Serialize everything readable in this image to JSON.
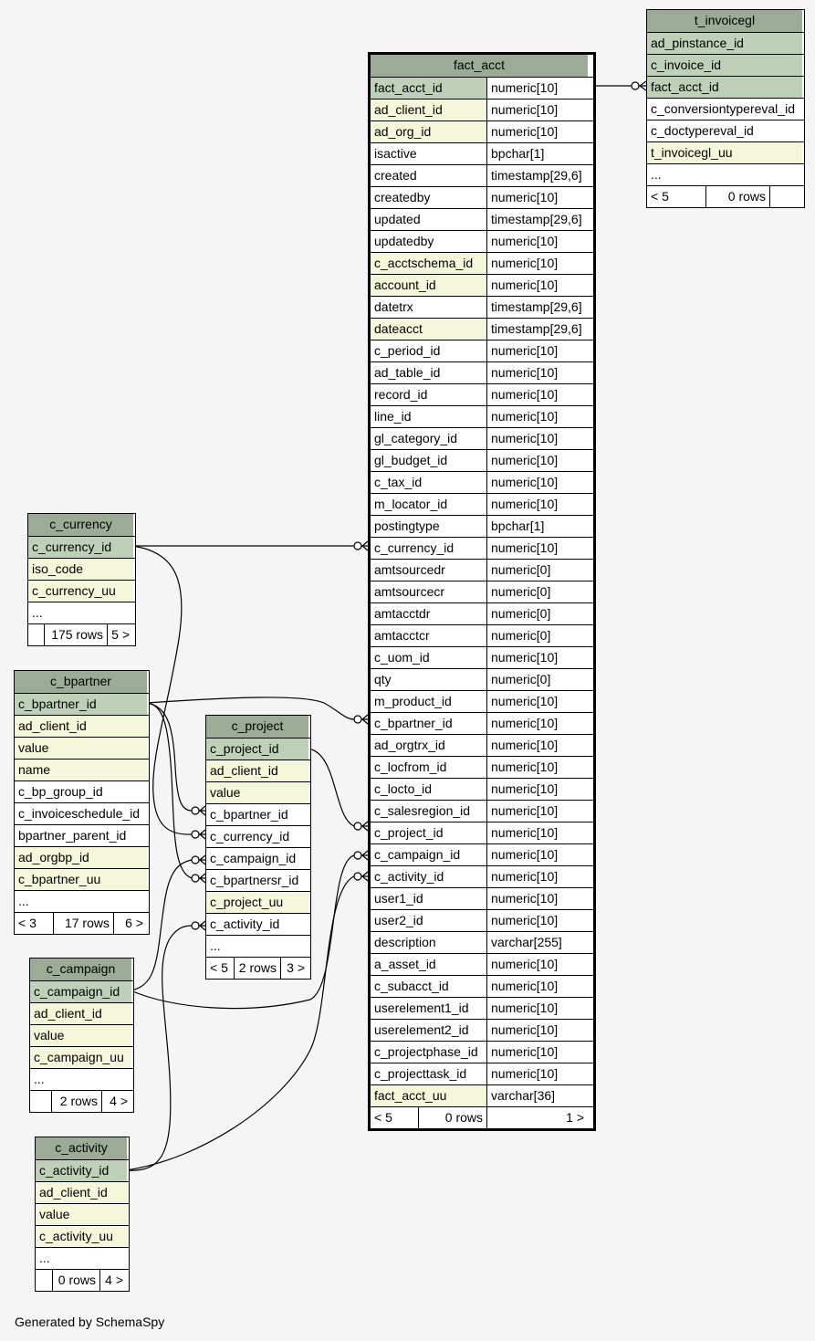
{
  "footer_text": "Generated by SchemaSpy",
  "fact_acct": {
    "name": "fact_acct",
    "columns": [
      {
        "name": "fact_acct_id",
        "type": "numeric[10]",
        "kind": "pk"
      },
      {
        "name": "ad_client_id",
        "type": "numeric[10]",
        "kind": "fk"
      },
      {
        "name": "ad_org_id",
        "type": "numeric[10]",
        "kind": "fk"
      },
      {
        "name": "isactive",
        "type": "bpchar[1]",
        "kind": "plain"
      },
      {
        "name": "created",
        "type": "timestamp[29,6]",
        "kind": "plain"
      },
      {
        "name": "createdby",
        "type": "numeric[10]",
        "kind": "plain"
      },
      {
        "name": "updated",
        "type": "timestamp[29,6]",
        "kind": "plain"
      },
      {
        "name": "updatedby",
        "type": "numeric[10]",
        "kind": "plain"
      },
      {
        "name": "c_acctschema_id",
        "type": "numeric[10]",
        "kind": "fk"
      },
      {
        "name": "account_id",
        "type": "numeric[10]",
        "kind": "fk"
      },
      {
        "name": "datetrx",
        "type": "timestamp[29,6]",
        "kind": "plain"
      },
      {
        "name": "dateacct",
        "type": "timestamp[29,6]",
        "kind": "fk"
      },
      {
        "name": "c_period_id",
        "type": "numeric[10]",
        "kind": "plain"
      },
      {
        "name": "ad_table_id",
        "type": "numeric[10]",
        "kind": "plain"
      },
      {
        "name": "record_id",
        "type": "numeric[10]",
        "kind": "plain"
      },
      {
        "name": "line_id",
        "type": "numeric[10]",
        "kind": "plain"
      },
      {
        "name": "gl_category_id",
        "type": "numeric[10]",
        "kind": "plain"
      },
      {
        "name": "gl_budget_id",
        "type": "numeric[10]",
        "kind": "plain"
      },
      {
        "name": "c_tax_id",
        "type": "numeric[10]",
        "kind": "plain"
      },
      {
        "name": "m_locator_id",
        "type": "numeric[10]",
        "kind": "plain"
      },
      {
        "name": "postingtype",
        "type": "bpchar[1]",
        "kind": "plain"
      },
      {
        "name": "c_currency_id",
        "type": "numeric[10]",
        "kind": "plain"
      },
      {
        "name": "amtsourcedr",
        "type": "numeric[0]",
        "kind": "plain"
      },
      {
        "name": "amtsourcecr",
        "type": "numeric[0]",
        "kind": "plain"
      },
      {
        "name": "amtacctdr",
        "type": "numeric[0]",
        "kind": "plain"
      },
      {
        "name": "amtacctcr",
        "type": "numeric[0]",
        "kind": "plain"
      },
      {
        "name": "c_uom_id",
        "type": "numeric[10]",
        "kind": "plain"
      },
      {
        "name": "qty",
        "type": "numeric[0]",
        "kind": "plain"
      },
      {
        "name": "m_product_id",
        "type": "numeric[10]",
        "kind": "plain"
      },
      {
        "name": "c_bpartner_id",
        "type": "numeric[10]",
        "kind": "plain"
      },
      {
        "name": "ad_orgtrx_id",
        "type": "numeric[10]",
        "kind": "plain"
      },
      {
        "name": "c_locfrom_id",
        "type": "numeric[10]",
        "kind": "plain"
      },
      {
        "name": "c_locto_id",
        "type": "numeric[10]",
        "kind": "plain"
      },
      {
        "name": "c_salesregion_id",
        "type": "numeric[10]",
        "kind": "plain"
      },
      {
        "name": "c_project_id",
        "type": "numeric[10]",
        "kind": "plain"
      },
      {
        "name": "c_campaign_id",
        "type": "numeric[10]",
        "kind": "plain"
      },
      {
        "name": "c_activity_id",
        "type": "numeric[10]",
        "kind": "plain"
      },
      {
        "name": "user1_id",
        "type": "numeric[10]",
        "kind": "plain"
      },
      {
        "name": "user2_id",
        "type": "numeric[10]",
        "kind": "plain"
      },
      {
        "name": "description",
        "type": "varchar[255]",
        "kind": "plain"
      },
      {
        "name": "a_asset_id",
        "type": "numeric[10]",
        "kind": "plain"
      },
      {
        "name": "c_subacct_id",
        "type": "numeric[10]",
        "kind": "plain"
      },
      {
        "name": "userelement1_id",
        "type": "numeric[10]",
        "kind": "plain"
      },
      {
        "name": "userelement2_id",
        "type": "numeric[10]",
        "kind": "plain"
      },
      {
        "name": "c_projectphase_id",
        "type": "numeric[10]",
        "kind": "plain"
      },
      {
        "name": "c_projecttask_id",
        "type": "numeric[10]",
        "kind": "plain"
      },
      {
        "name": "fact_acct_uu",
        "type": "varchar[36]",
        "kind": "fk"
      }
    ],
    "footer": [
      "< 5",
      "0 rows",
      "1 >"
    ]
  },
  "t_invoicegl": {
    "name": "t_invoicegl",
    "columns": [
      {
        "name": "ad_pinstance_id",
        "kind": "pk"
      },
      {
        "name": "c_invoice_id",
        "kind": "pk"
      },
      {
        "name": "fact_acct_id",
        "kind": "pk"
      },
      {
        "name": "c_conversiontypereval_id",
        "kind": "plain"
      },
      {
        "name": "c_doctypereval_id",
        "kind": "plain"
      },
      {
        "name": "t_invoicegl_uu",
        "kind": "fk"
      },
      {
        "name": "...",
        "kind": "plain"
      }
    ],
    "footer": [
      "< 5",
      "0 rows",
      ""
    ]
  },
  "c_currency": {
    "name": "c_currency",
    "columns": [
      {
        "name": "c_currency_id",
        "kind": "pk"
      },
      {
        "name": "iso_code",
        "kind": "fk"
      },
      {
        "name": "c_currency_uu",
        "kind": "fk"
      },
      {
        "name": "...",
        "kind": "plain"
      }
    ],
    "footer": [
      "",
      "175 rows",
      "5 >"
    ]
  },
  "c_bpartner": {
    "name": "c_bpartner",
    "columns": [
      {
        "name": "c_bpartner_id",
        "kind": "pk"
      },
      {
        "name": "ad_client_id",
        "kind": "fk"
      },
      {
        "name": "value",
        "kind": "fk"
      },
      {
        "name": "name",
        "kind": "fk"
      },
      {
        "name": "c_bp_group_id",
        "kind": "plain"
      },
      {
        "name": "c_invoiceschedule_id",
        "kind": "plain"
      },
      {
        "name": "bpartner_parent_id",
        "kind": "plain"
      },
      {
        "name": "ad_orgbp_id",
        "kind": "fk"
      },
      {
        "name": "c_bpartner_uu",
        "kind": "fk"
      },
      {
        "name": "...",
        "kind": "plain"
      }
    ],
    "footer": [
      "< 3",
      "17 rows",
      "6 >"
    ]
  },
  "c_project": {
    "name": "c_project",
    "columns": [
      {
        "name": "c_project_id",
        "kind": "pk"
      },
      {
        "name": "ad_client_id",
        "kind": "fk"
      },
      {
        "name": "value",
        "kind": "fk"
      },
      {
        "name": "c_bpartner_id",
        "kind": "plain"
      },
      {
        "name": "c_currency_id",
        "kind": "plain"
      },
      {
        "name": "c_campaign_id",
        "kind": "plain"
      },
      {
        "name": "c_bpartnersr_id",
        "kind": "plain"
      },
      {
        "name": "c_project_uu",
        "kind": "fk"
      },
      {
        "name": "c_activity_id",
        "kind": "plain"
      },
      {
        "name": "...",
        "kind": "plain"
      }
    ],
    "footer": [
      "< 5",
      "2 rows",
      "3 >"
    ]
  },
  "c_campaign": {
    "name": "c_campaign",
    "columns": [
      {
        "name": "c_campaign_id",
        "kind": "pk"
      },
      {
        "name": "ad_client_id",
        "kind": "fk"
      },
      {
        "name": "value",
        "kind": "fk"
      },
      {
        "name": "c_campaign_uu",
        "kind": "fk"
      },
      {
        "name": "...",
        "kind": "plain"
      }
    ],
    "footer": [
      "",
      "2 rows",
      "4 >"
    ]
  },
  "c_activity": {
    "name": "c_activity",
    "columns": [
      {
        "name": "c_activity_id",
        "kind": "pk"
      },
      {
        "name": "ad_client_id",
        "kind": "fk"
      },
      {
        "name": "value",
        "kind": "fk"
      },
      {
        "name": "c_activity_uu",
        "kind": "fk"
      },
      {
        "name": "...",
        "kind": "plain"
      }
    ],
    "footer": [
      "",
      "0 rows",
      "4 >"
    ]
  }
}
